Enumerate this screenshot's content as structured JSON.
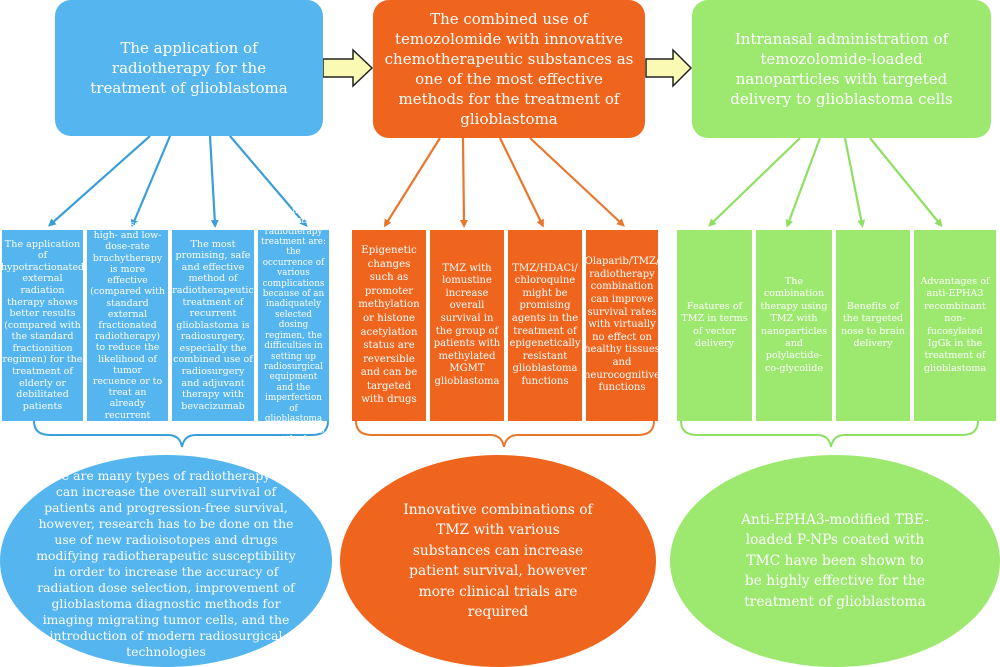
{
  "columns": [
    {
      "theme": "blue",
      "color": "#55b5ef",
      "title": "The application of radiotherapy for the treatment of glioblastoma",
      "items": [
        "The application of hypotractionated external radiation therapy shows better results (compared with the standard fractionition regimen) for the treatment of elderly or debilitated patients",
        "The use of high- and low-dose-rate brachytherapy is more effective (compared with standard external fractionated radiotherapy) to reduce the likelihood of tumor recuence or to treat an already recurrent tumor",
        "The most promising, safe and effective method of radiotherapeutic treatment of recurrent glioblastoma is radiosurgery, especially the combined use of radiosurgery and adjuvant therapy with bevacizumab",
        "The main proplems of radiotherapy treatment are: the occurrence of various complications because of an inadiquately selected dosing regimen, the difficulties in setting up radiosurgical equipment and the imperfection of glioblastoma neuroImaging methods."
      ],
      "conclusion": "There are many types of radiotherapy that can increase the overall survival of patients and progression-free survival, however, research has to be done on the use of new radioisotopes and drugs modifying radiotherapeutic susceptibility in order to increase the accuracy of radiation dose selection, improvement of glioblastoma diagnostic methods for imaging migrating tumor cells, and the introduction of modern radiosurgical technologies"
    },
    {
      "theme": "orange",
      "color": "#f0651e",
      "title": "The combined use of temozolomide with innovative chemotherapeutic substances as one of the most effective methods for the treatment of glioblastoma",
      "items": [
        "Epigenetic changes such as promoter methylation or histone acetylation status are reversible and can be targeted with drugs",
        "TMZ with lomustine increase overall survival in the group of patients with methylated MGMT glioblastoma",
        "TMZ/HDACi/ chloroquine might be promising agents in the treatment of epigenetically resistant glioblastoma functions",
        "Olaparib/TMZ/ radiotherapy combination can improve survival rates with virtually no effect on healthy tissues and neurocognitive functions"
      ],
      "conclusion": "Innovative combinations of TMZ with various substances can increase patient survival, however more clinical trials are required"
    },
    {
      "theme": "green",
      "color": "#9de970",
      "title": "Intranasal administration of temozolomide-loaded nanoparticles with targeted delivery to glioblastoma cells",
      "items": [
        "Features of TMZ in terms of vector delivery",
        "The combination therapy using TMZ with nanoparticles and polylactide-co-glycolide",
        "Benefits of the targeted nose to brain delivery",
        "Advantages of anti-EPHA3 recombinant non-fucosylated IgGk in the treatment of glioblastoma"
      ],
      "conclusion": "Anti-EPHA3-modified TBE-loaded P-NPs coated with TMC have been shown to be highly effective for the treatment of glioblastoma"
    }
  ],
  "flow_arrow_color": "#fafab4"
}
